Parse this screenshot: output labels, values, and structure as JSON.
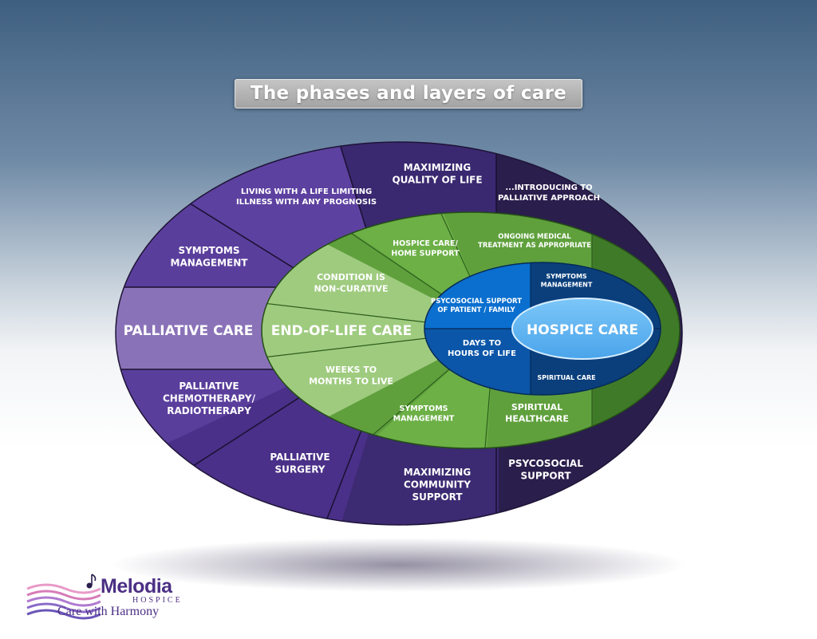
{
  "title": "The phases and layers of care",
  "outer_ring": {
    "center": "PALLIATIVE CARE",
    "segments": [
      "LIVING WITH A LIFE LIMITING\nILLNESS WITH ANY PROGNOSIS",
      "MAXIMIZING\nQUALITY OF LIFE",
      "...INTRODUCING TO\nPALLIATIVE APPROACH",
      "SYMPTOMS\nMANAGEMENT",
      "PALLIATIVE\nCHEMOTHERAPY/\nRADIOTHERAPY",
      "PALLIATIVE\nSURGERY",
      "MAXIMIZING\nCOMMUNITY\nSUPPORT",
      "PSYCOSOCIAL\nSUPPORT"
    ]
  },
  "middle_ring": {
    "center": "END-OF-LIFE CARE",
    "segments": [
      "HOSPICE CARE/\nHOME SUPPORT",
      "ONGOING MEDICAL\nTREATMENT AS APPROPRIATE",
      "CONDITION IS\nNON-CURATIVE",
      "WEEKS TO\nMONTHS TO LIVE",
      "SYMPTOMS\nMANAGEMENT",
      "SPIRITUAL\nHEALTHCARE"
    ]
  },
  "inner_ring": {
    "center": "HOSPICE CARE",
    "segments": [
      "PSYCOSOCIAL SUPPORT\nOF PATIENT / FAMILY",
      "SYMPTOMS\nMANAGEMENT",
      "DAYS TO\nHOURS OF LIFE",
      "SPIRITUAL CARE"
    ]
  },
  "logo": {
    "name": "Melodia",
    "sub": "HOSPICE",
    "tagline": "Care with Harmony"
  },
  "colors": {
    "outer_purple": "#5a3e9c",
    "outer_dark": "#2a1e4c",
    "palliative_band": "#8a72b8",
    "green": "#5fa03c",
    "light_green": "#9fcb7f",
    "blue": "#0a6fcf",
    "dark_blue": "#0a3f7c",
    "hospice_blue": "#5eb6f4"
  }
}
